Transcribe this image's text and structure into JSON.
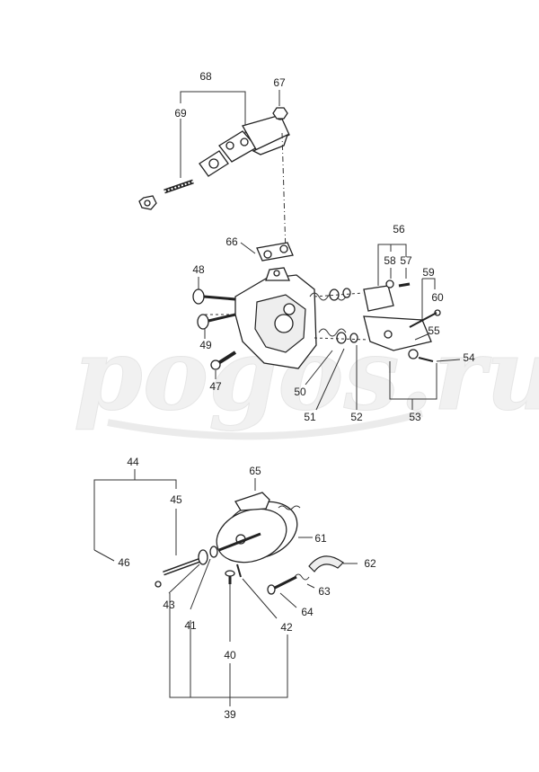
{
  "watermark": {
    "text": "pogos.ru"
  },
  "callouts": [
    {
      "id": "c68",
      "text": "68"
    },
    {
      "id": "c69",
      "text": "69"
    },
    {
      "id": "c67",
      "text": "67"
    },
    {
      "id": "c66",
      "text": "66"
    },
    {
      "id": "c56",
      "text": "56"
    },
    {
      "id": "c58",
      "text": "58"
    },
    {
      "id": "c57",
      "text": "57"
    },
    {
      "id": "c59",
      "text": "59"
    },
    {
      "id": "c60",
      "text": "60"
    },
    {
      "id": "c48",
      "text": "48"
    },
    {
      "id": "c49",
      "text": "49"
    },
    {
      "id": "c55",
      "text": "55"
    },
    {
      "id": "c54",
      "text": "54"
    },
    {
      "id": "c47",
      "text": "47"
    },
    {
      "id": "c50",
      "text": "50"
    },
    {
      "id": "c51",
      "text": "51"
    },
    {
      "id": "c52",
      "text": "52"
    },
    {
      "id": "c53",
      "text": "53"
    },
    {
      "id": "c44",
      "text": "44"
    },
    {
      "id": "c45",
      "text": "45"
    },
    {
      "id": "c65",
      "text": "65"
    },
    {
      "id": "c61",
      "text": "61"
    },
    {
      "id": "c62",
      "text": "62"
    },
    {
      "id": "c46",
      "text": "46"
    },
    {
      "id": "c63",
      "text": "63"
    },
    {
      "id": "c43",
      "text": "43"
    },
    {
      "id": "c41",
      "text": "41"
    },
    {
      "id": "c64",
      "text": "64"
    },
    {
      "id": "c42",
      "text": "42"
    },
    {
      "id": "c40",
      "text": "40"
    },
    {
      "id": "c39",
      "text": "39"
    }
  ]
}
